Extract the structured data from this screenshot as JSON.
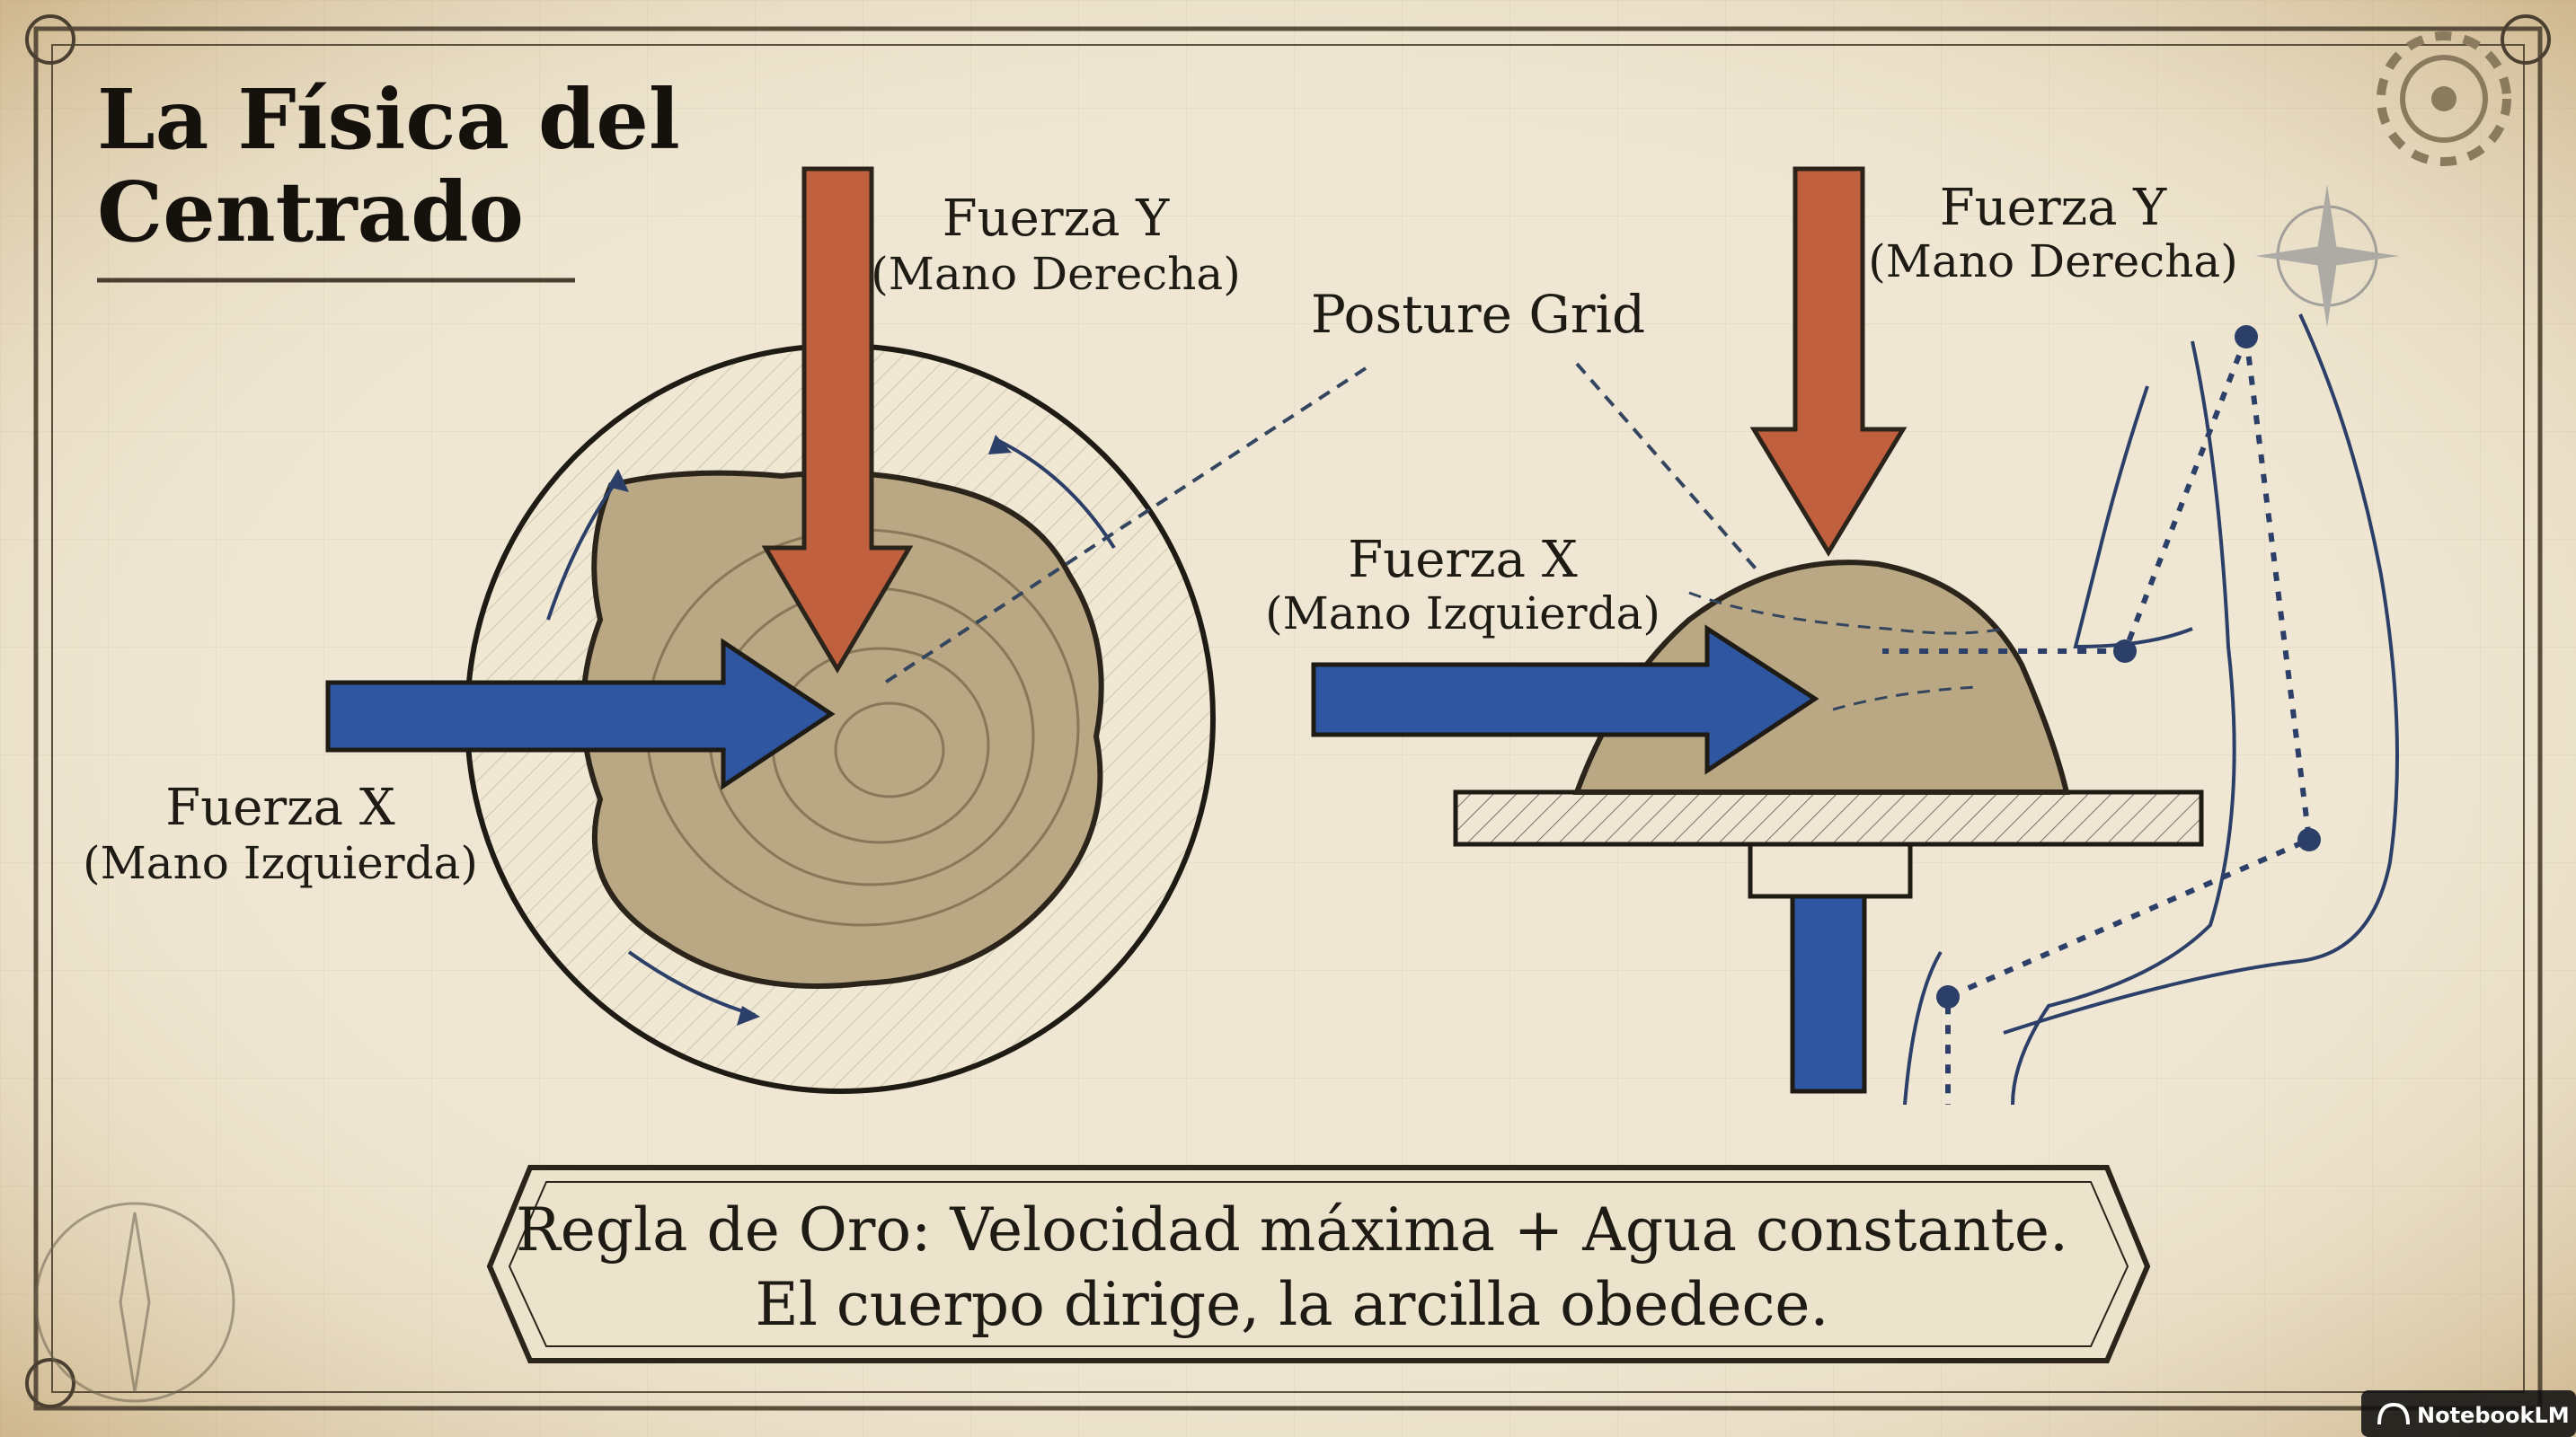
{
  "title": {
    "line1": "La Física del",
    "line2": "Centrado"
  },
  "top_view": {
    "force_y": {
      "name": "Fuerza Y",
      "hand": "(Mano Derecha)"
    },
    "force_x": {
      "name": "Fuerza X",
      "hand": "(Mano Izquierda)"
    }
  },
  "side_view": {
    "force_y": {
      "name": "Fuerza Y",
      "hand": "(Mano Derecha)"
    },
    "force_x": {
      "name": "Fuerza X",
      "hand": "(Mano Izquierda)"
    }
  },
  "posture_grid_label": "Posture Grid",
  "golden_rule": {
    "line1": "Regla de Oro: Velocidad máxima + Agua constante.",
    "line2": "El cuerpo dirige, la arcilla obedece."
  },
  "brand": {
    "label": "NotebookLM",
    "icon": "notebooklm-logo-icon"
  },
  "colors": {
    "parchment": "#efe7d3",
    "arrow_red": "#c0603e",
    "arrow_blue": "#2f56a0",
    "clay": "#b9a883",
    "ink": "#1e1a14",
    "posture_blue": "#2c3f68"
  }
}
